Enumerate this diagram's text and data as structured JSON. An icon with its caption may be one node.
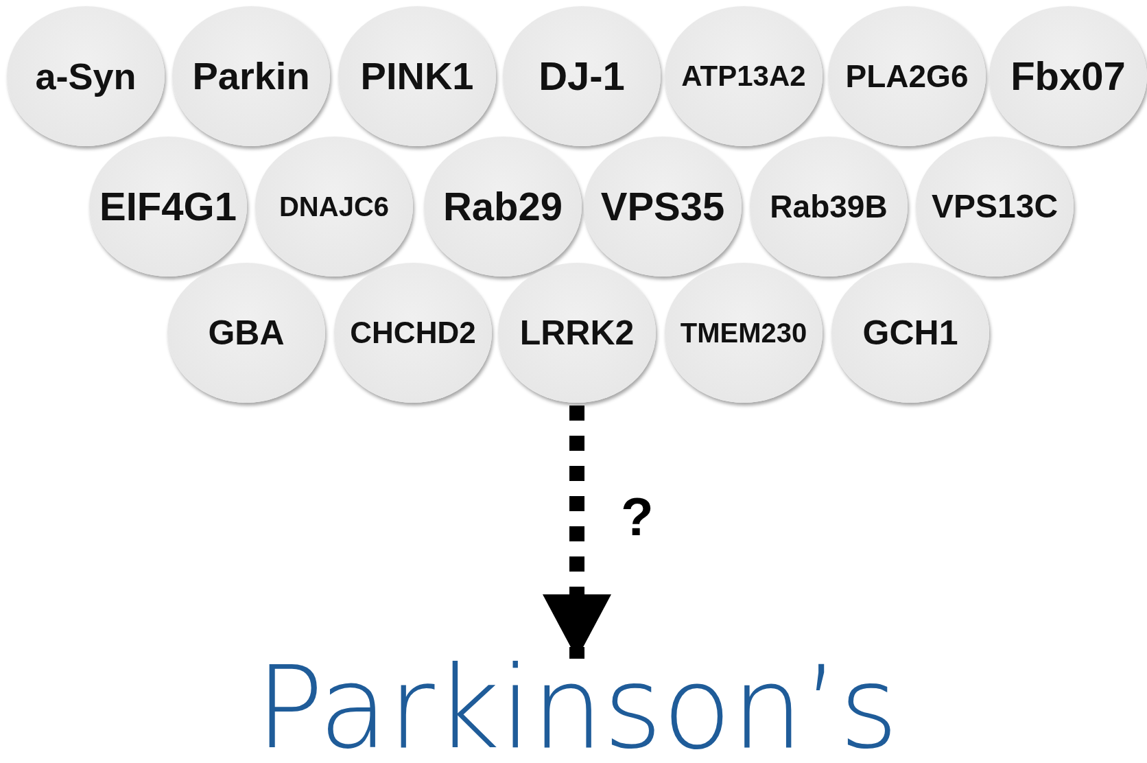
{
  "diagram": {
    "nodes": [
      {
        "text": [
          "a-Syn"
        ]
      },
      {
        "text": [
          "Parkin"
        ]
      },
      {
        "text": [
          "PINK1"
        ]
      },
      {
        "text": [
          "DJ-1"
        ]
      },
      {
        "text": [
          "ATP13A2"
        ]
      },
      {
        "text": [
          "PLA2G6"
        ]
      },
      {
        "text": [
          "Fbx07"
        ]
      },
      {
        "text": [
          "EIF4G1"
        ]
      },
      {
        "text": [
          "DNAJC6"
        ]
      },
      {
        "text": [
          "Rab29"
        ]
      },
      {
        "text": [
          "VPS35"
        ]
      },
      {
        "text": [
          "Rab39B"
        ]
      },
      {
        "text": [
          "VPS13C"
        ]
      },
      {
        "text": [
          "GBA"
        ]
      },
      {
        "text": [
          "CHCHD2"
        ]
      },
      {
        "text": [
          "LRRK2"
        ]
      },
      {
        "text": [
          "TMEM230"
        ]
      },
      {
        "text": [
          "GCH1"
        ]
      },
      {
        "text": [
          "Parkinson’s"
        ]
      }
    ],
    "edges": [
      {
        "from": 15,
        "to": 18,
        "arrow": "to",
        "label": "?",
        "style": "dashed"
      }
    ]
  }
}
